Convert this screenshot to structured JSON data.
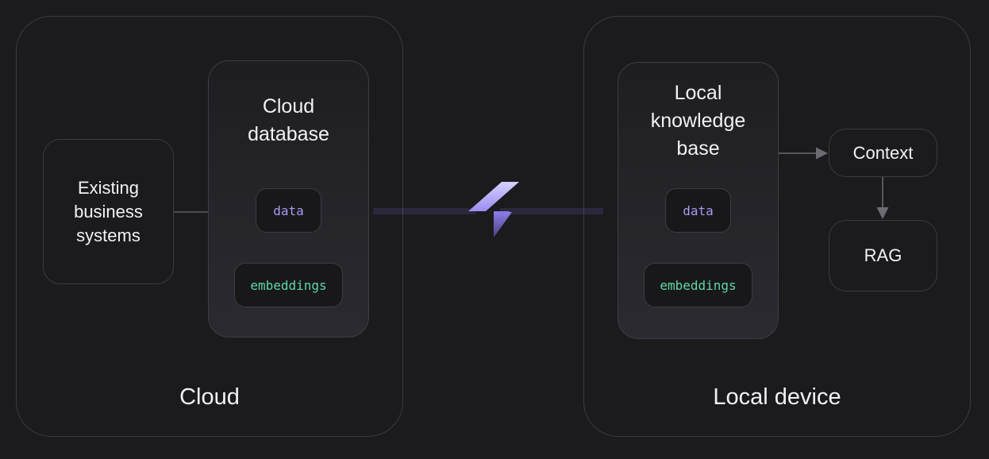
{
  "regions": {
    "cloud": {
      "label": "Cloud"
    },
    "local": {
      "label": "Local device"
    }
  },
  "nodes": {
    "existing_systems": "Existing\nbusiness\nsystems",
    "cloud_database": "Cloud\ndatabase",
    "local_knowledge_base": "Local\nknowledge\nbase",
    "context": "Context",
    "rag": "RAG"
  },
  "chips": {
    "data": "data",
    "embeddings": "embeddings"
  },
  "colors": {
    "background": "#1b1b1e",
    "border": "#3a3a40",
    "data_text": "#a89af0",
    "embeddings_text": "#5fd7a3",
    "sync_accent": "#8a7ce8",
    "line": "#6b6b72"
  },
  "icons": {
    "sync": "sync-bolt-icon"
  }
}
